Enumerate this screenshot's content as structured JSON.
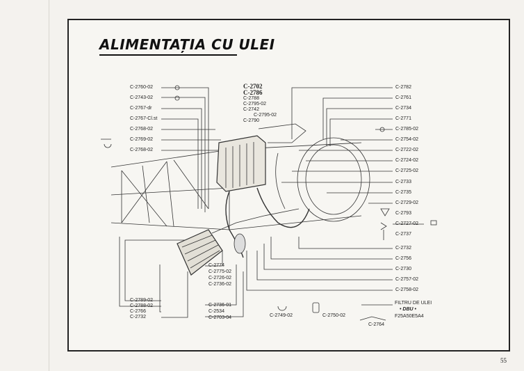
{
  "title": "ALIMENTAȚIA CU ULEI",
  "page_number": "55",
  "labels_left": [
    "C-2760-02",
    "C-2743-02",
    "C-2767-dr",
    "C-2767-Cl.st",
    "C-2768-02",
    "C-2769-02",
    "C-2768-02"
  ],
  "labels_top_center": [
    "C-2702",
    "C-2786",
    "C-2788",
    "C-2795-02",
    "C-2742",
    "C-2795-02",
    "C-2790"
  ],
  "labels_right": [
    "C-2782",
    "C-2761",
    "C-2734",
    "C-2771",
    "C-2785-02",
    "C-2754-02",
    "C-2722-02",
    "C-2724-02",
    "C-2725-02",
    "C-2733",
    "C-2735",
    "C-2729-02",
    "C-2793",
    "C-2727-02",
    "C-2737",
    "C-2732",
    "C-2756",
    "C-2730",
    "C-2757-02",
    "C-2758-02"
  ],
  "labels_bottom_left": [
    "C-2789-02",
    "C-2788-02",
    "C-2766",
    "C-2732"
  ],
  "labels_bottom_center": [
    "C-2774",
    "C-2775-02",
    "C-2726-02",
    "C-2736-02"
  ],
  "labels_bottom_mid": [
    "C-2736-01",
    "C-2534",
    "C-2703-04"
  ],
  "labels_bottom_parts": [
    "C-2749-02",
    "C-2750-02",
    "C-2764"
  ],
  "filter_note": [
    "FILTRU DE ULEI",
    "• DBU •",
    "F25A50E5A4"
  ]
}
